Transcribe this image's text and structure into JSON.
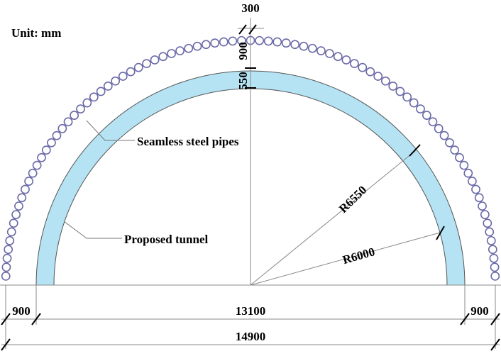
{
  "unit_label": "Unit: mm",
  "labels": {
    "pipes": "Seamless steel pipes",
    "tunnel": "Proposed tunnel"
  },
  "radii": {
    "outer": "R6550",
    "inner": "R6000"
  },
  "dims": {
    "pipe_spacing": "300",
    "pipe_offset": "900",
    "lining_thickness": "550",
    "left_margin": "900",
    "span": "13100",
    "right_margin": "900",
    "total": "14900"
  },
  "colors": {
    "lining": "#b5e3f4",
    "pipe_stroke": "#6a6aa8"
  }
}
